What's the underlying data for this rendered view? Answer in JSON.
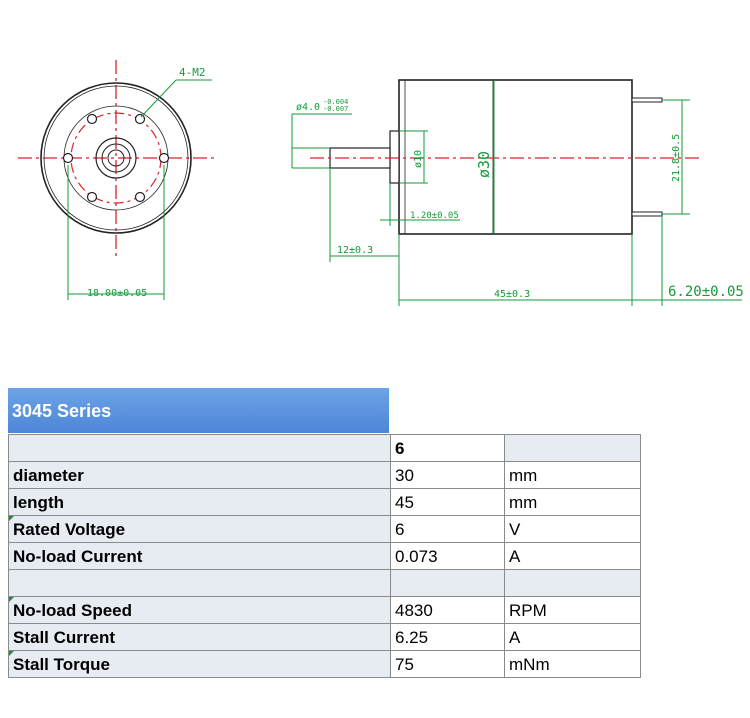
{
  "drawing": {
    "front_view": {
      "hole_callout": "4-M2",
      "width_dim": "18.00±0.05"
    },
    "side_view": {
      "shaft_dia": "ø4.0",
      "shaft_tol_upper": "-0.004",
      "shaft_tol_lower": "-0.007",
      "boss_dia": "ø10",
      "body_dia": "ø30",
      "boss_len": "1.20±0.05",
      "shaft_len": "12±0.3",
      "body_len": "45±0.3",
      "terminal_span": "21.8±0.5",
      "terminal_len": "6.20±0.05"
    },
    "colors": {
      "dim_line": "#139b3a",
      "center_line": "#d9232a",
      "outline": "#222222"
    }
  },
  "table": {
    "series_title": "3045 Series",
    "header_value": "6",
    "rows": [
      {
        "label": "diameter",
        "value": "30",
        "unit": "mm"
      },
      {
        "label": "length",
        "value": "45",
        "unit": "mm"
      },
      {
        "label": "Rated Voltage",
        "value": "6",
        "unit": "V"
      },
      {
        "label": "No-load Current",
        "value": "0.073",
        "unit": "A"
      },
      {
        "label": "",
        "value": "",
        "unit": ""
      },
      {
        "label": "No-load Speed",
        "value": "4830",
        "unit": "RPM"
      },
      {
        "label": "Stall Current",
        "value": "6.25",
        "unit": "A"
      },
      {
        "label": "Stall Torque",
        "value": "75",
        "unit": "mNm"
      }
    ],
    "header_color": "#4c86d6",
    "label_bg": "#e7ebf2"
  }
}
